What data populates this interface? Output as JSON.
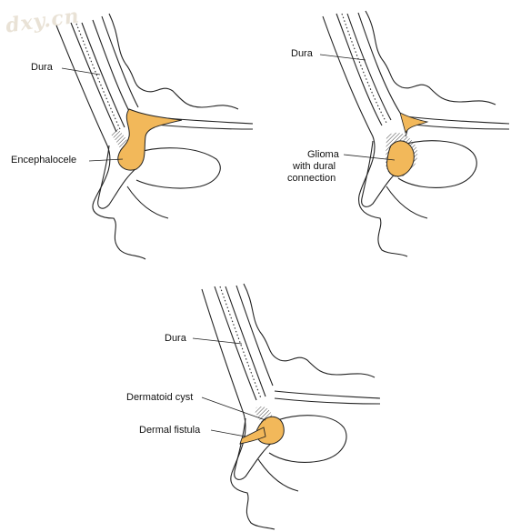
{
  "watermark": "dxy.cn",
  "colors": {
    "lesion": "#f2b85a",
    "line": "#222222",
    "hatch": "#555555"
  },
  "panels": [
    {
      "id": "encephalocele",
      "labels": [
        "Dura",
        "Encephalocele"
      ]
    },
    {
      "id": "glioma",
      "labels": [
        "Dura",
        "Glioma",
        "with dural",
        "connection"
      ]
    },
    {
      "id": "dermoid",
      "labels": [
        "Dura",
        "Dermatoid cyst",
        "Dermal fistula"
      ]
    }
  ]
}
